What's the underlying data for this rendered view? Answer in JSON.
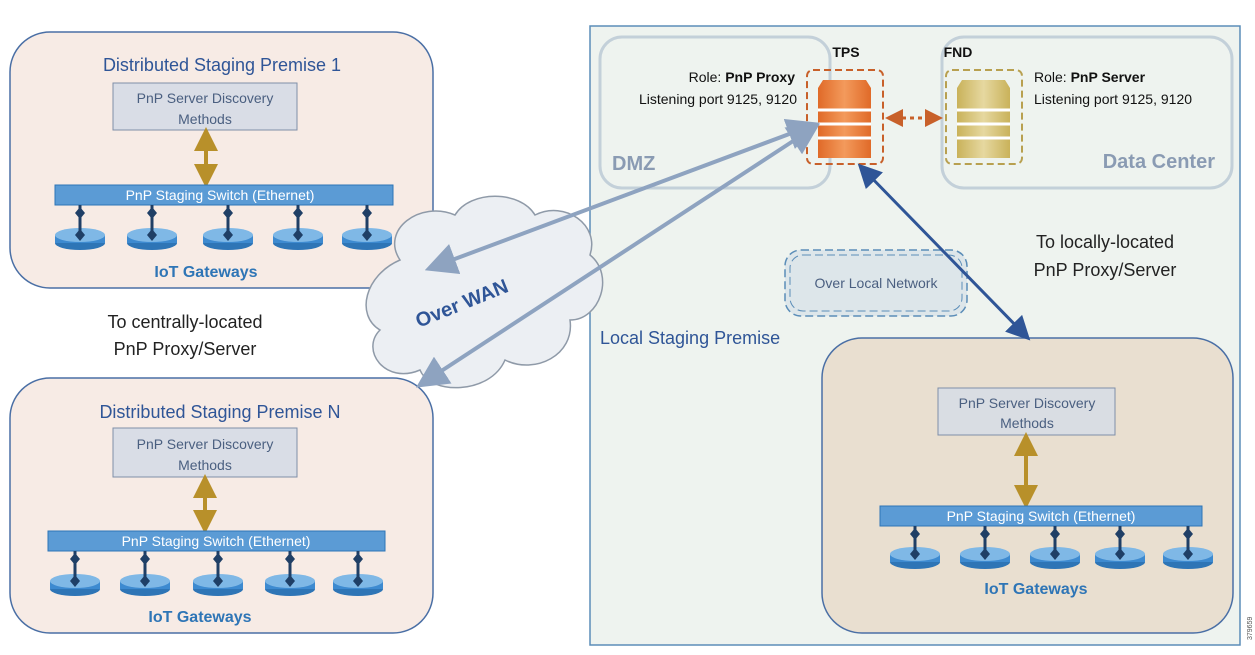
{
  "premise_1": {
    "title": "Distributed Staging Premise 1",
    "discovery_line1": "PnP Server Discovery",
    "discovery_line2": "Methods",
    "switch_label": "PnP Staging Switch (Ethernet)",
    "gateways_label": "IoT Gateways"
  },
  "premise_n": {
    "title": "Distributed Staging Premise N",
    "discovery_line1": "PnP Server Discovery",
    "discovery_line2": "Methods",
    "switch_label": "PnP Staging Switch (Ethernet)",
    "gateways_label": "IoT Gateways"
  },
  "central_note": {
    "line1": "To centrally-located",
    "line2": "PnP Proxy/Server"
  },
  "cloud_label": "Over WAN",
  "dmz": {
    "zone_label": "DMZ",
    "server_name": "TPS",
    "role_prefix": "Role: ",
    "role": "PnP Proxy",
    "ports": "Listening port 9125, 9120"
  },
  "data_center": {
    "zone_label": "Data Center",
    "server_name": "FND",
    "role_prefix": "Role: ",
    "role": "PnP Server",
    "ports": "Listening port 9125, 9120"
  },
  "local_note": {
    "line1": "To locally-located",
    "line2": "PnP Proxy/Server"
  },
  "local_network_label": "Over Local Network",
  "local_premise": {
    "title": "Local Staging Premise",
    "discovery_line1": "PnP Server Discovery",
    "discovery_line2": "Methods",
    "switch_label": "PnP Staging Switch (Ethernet)",
    "gateways_label": "IoT Gateways"
  },
  "figure_id": "379659",
  "colors": {
    "accent": "#2f5597",
    "switch": "#5b9bd5",
    "tps": "#e8742e",
    "fnd": "#d4bf6a",
    "wan_arrow": "#8ea3c0"
  }
}
